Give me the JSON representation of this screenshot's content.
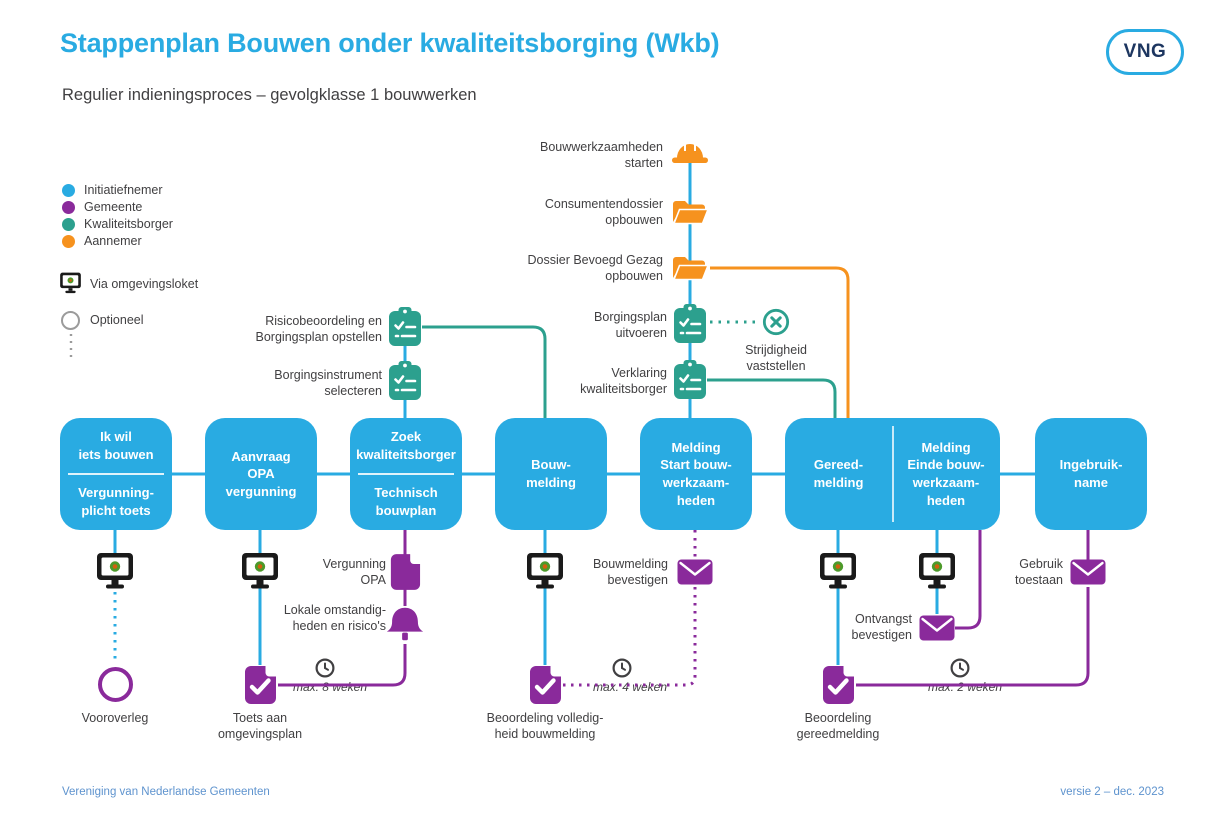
{
  "header": {
    "title": "Stappenplan Bouwen onder kwaliteitsborging (Wkb)",
    "subtitle": "Regulier indieningsproces – gevolgklasse 1 bouwwerken",
    "logo_text": "VNG"
  },
  "colors": {
    "initiatiefnemer_blue": "#29ABE2",
    "gemeente_purple": "#8A2A9B",
    "kwaliteitsborger_teal": "#2CA08E",
    "aannemer_orange": "#F6921E",
    "text_dark": "#414042",
    "footer_blue": "#5E93CE"
  },
  "legend": {
    "roles": [
      {
        "label": "Initiatiefnemer",
        "color": "#29ABE2"
      },
      {
        "label": "Gemeente",
        "color": "#8A2A9B"
      },
      {
        "label": "Kwaliteitsborger",
        "color": "#2CA08E"
      },
      {
        "label": "Aannemer",
        "color": "#F6921E"
      }
    ],
    "via_omgevingsloket": "Via omgevingsloket",
    "optioneel": "Optioneel"
  },
  "aannemer_steps": {
    "starten": "Bouwwerkzaamheden\nstarten",
    "consumentendossier": "Consumentendossier\nopbouwen",
    "dossier_bevoegd_gezag": "Dossier Bevoegd Gezag\nopbouwen"
  },
  "kwaliteitsborger_steps": {
    "risicobeoordeling": "Risicobeoordeling en\nBorgingsplan opstellen",
    "borgingsinstrument": "Borgingsinstrument\nselecteren",
    "borgingsplan_uitvoeren": "Borgingsplan\nuitvoeren",
    "verklaring": "Verklaring\nkwaliteitsborger",
    "strijdigheid": "Strijdigheid\nvaststellen"
  },
  "process_boxes": [
    {
      "top": "Ik wil\niets bouwen",
      "bottom": "Vergunning-\nplicht toets"
    },
    {
      "label": "Aanvraag\nOPA\nvergunning"
    },
    {
      "top": "Zoek\nkwaliteitsborger",
      "bottom": "Technisch\nbouwplan"
    },
    {
      "label": "Bouw-\nmelding"
    },
    {
      "label": "Melding\nStart bouw-\nwerkzaam-\nheden"
    },
    {
      "left": "Gereed-\nmelding",
      "right": "Melding\nEinde bouw-\nwerkzaam-\nheden"
    },
    {
      "label": "Ingebruik-\nname"
    }
  ],
  "gemeente_steps": {
    "vooroverleg": "Vooroverleg",
    "toets_omgevingsplan": "Toets aan\nomgevingsplan",
    "vergunning_opa": "Vergunning\nOPA",
    "lokale_omstandigheden": "Lokale omstandig-\nheden en risico's",
    "beoordeling_volledigheid": "Beoordeling volledig-\nheid bouwmelding",
    "bouwmelding_bevestigen": "Bouwmelding\nbevestigen",
    "beoordeling_gereedmelding": "Beoordeling\ngereedmelding",
    "ontvangst_bevestigen": "Ontvangst\nbevestigen",
    "gebruik_toestaan": "Gebruik\ntoestaan"
  },
  "deadlines": {
    "max_8_weken": "max. 8 weken",
    "max_4_weken": "max. 4 weken",
    "max_2_weken": "max. 2 weken"
  },
  "footer": {
    "left": "Vereniging van Nederlandse Gemeenten",
    "right": "versie 2 – dec. 2023"
  }
}
